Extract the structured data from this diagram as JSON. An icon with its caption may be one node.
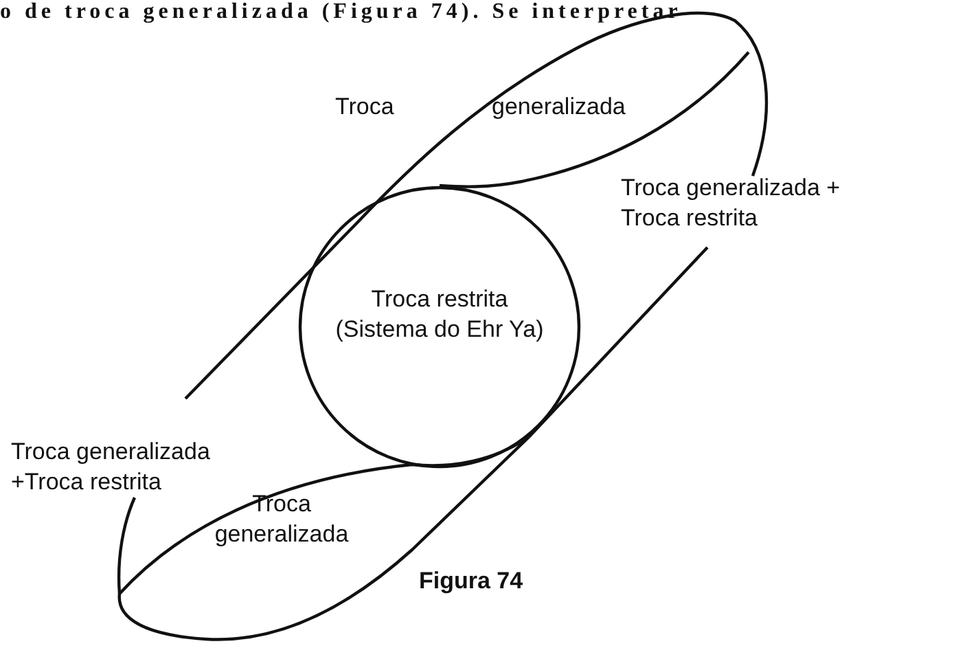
{
  "diagram": {
    "caption": "Figura 74",
    "nodes": [
      {
        "text": [
          "Troca restrita (Sistema do Ehr Ya)"
        ]
      },
      {
        "text": [
          "Troca generalizada"
        ]
      }
    ],
    "labels": [
      "o de troca generalizada (Figura 74). Se interpretar",
      "Troca",
      "generalizada",
      "Troca generalizada + Troca restrita",
      "Troca generalizada +Troca restrita"
    ]
  }
}
